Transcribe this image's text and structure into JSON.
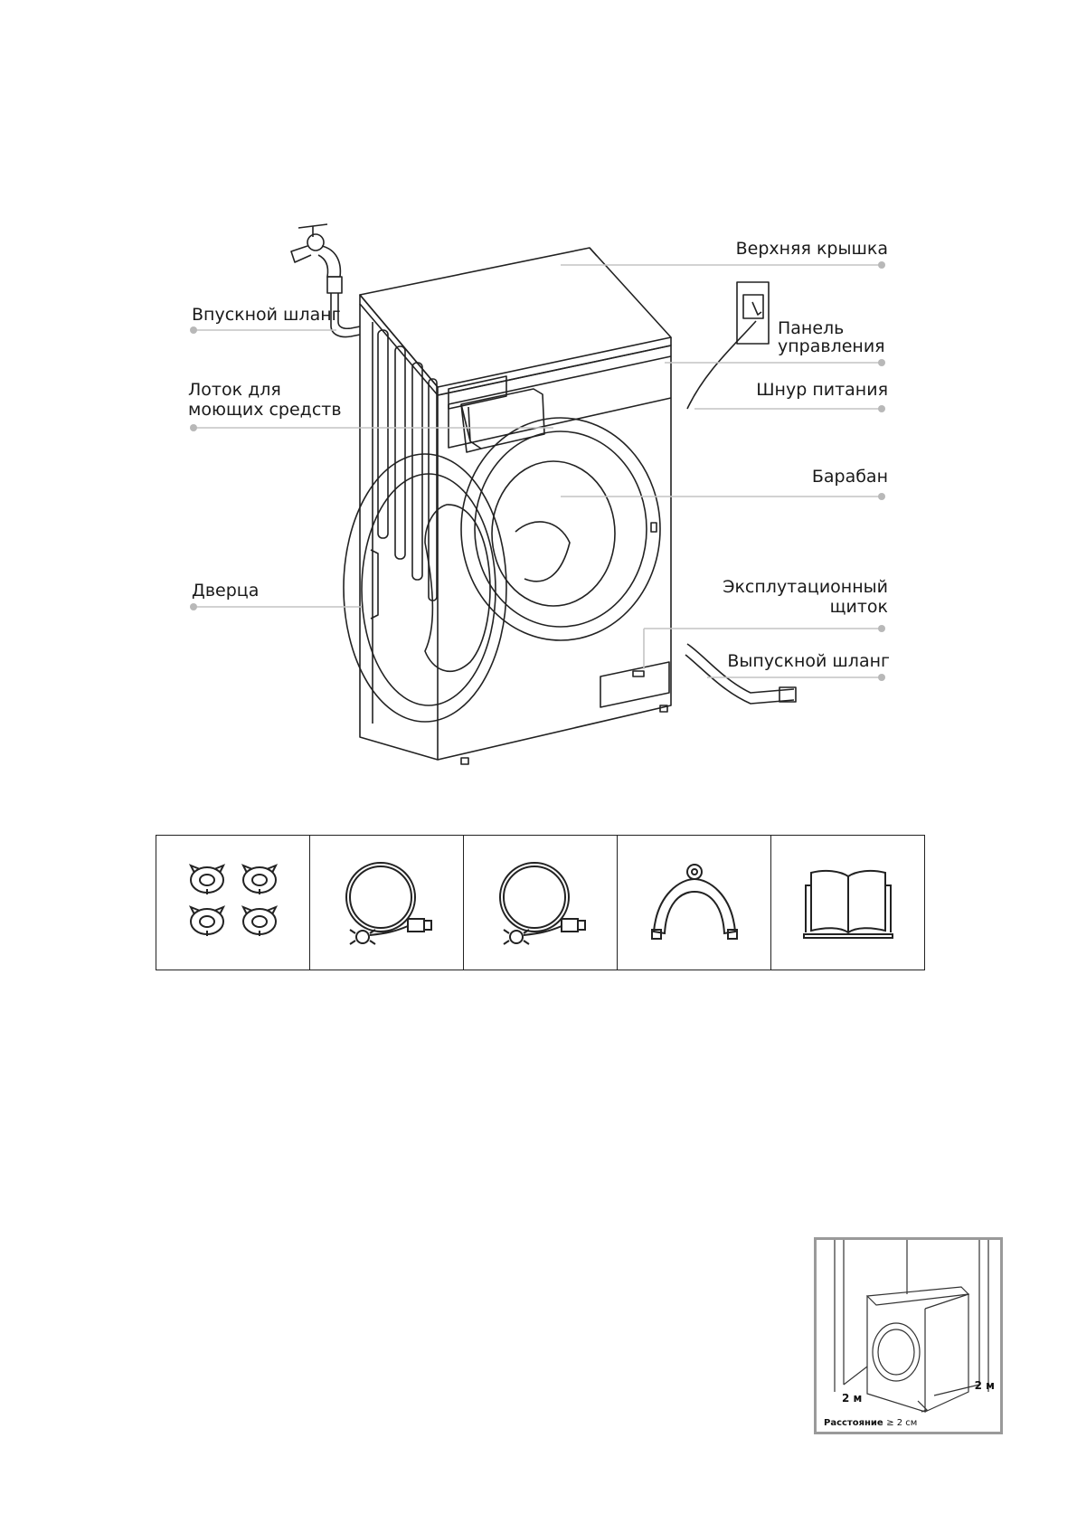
{
  "callouts": {
    "top_cover": "Верхняя крышка",
    "inlet_hose": "Впускной шланг",
    "control_panel_l1": "Панель",
    "control_panel_l2": "управления",
    "detergent_tray_l1": "Лоток для",
    "detergent_tray_l2": "моющих средств",
    "power_cord": "Шнур питания",
    "drum": "Барабан",
    "door": "Дверца",
    "service_panel_l1": "Эксплутационный",
    "service_panel_l2": "щиток",
    "drain_hose": "Выпускной шланг"
  },
  "accessories": [
    {
      "icon": "feet-caps-icon"
    },
    {
      "icon": "inlet-hose-icon"
    },
    {
      "icon": "drain-hose-icon"
    },
    {
      "icon": "hose-hanger-icon"
    },
    {
      "icon": "manual-book-icon"
    }
  ],
  "space_figure": {
    "left_distance": "2 м",
    "right_distance": "2 м",
    "clearance_prefix": "Расстояние ",
    "clearance_value": "≥ 2 см"
  },
  "colors": {
    "line": "#222222",
    "leader": "#c4c4c4",
    "dot": "#b8b8b8"
  }
}
